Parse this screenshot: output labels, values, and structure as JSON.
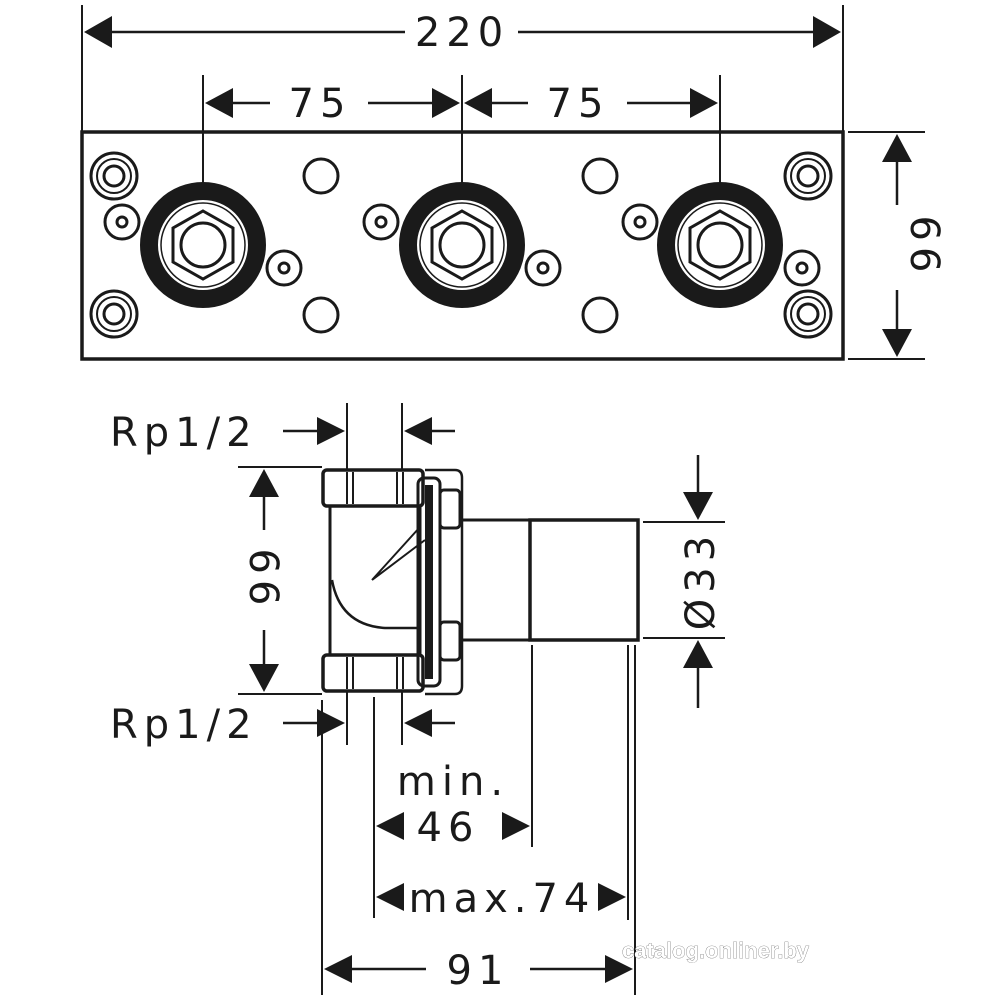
{
  "drawing": {
    "type": "technical-dimension-drawing",
    "subject": "concealed 3-outlet valve base set",
    "colors": {
      "line": "#1a1a1a",
      "background": "#ffffff"
    }
  },
  "top_view": {
    "overall_width": "220",
    "spacing_left": "75",
    "spacing_right": "75",
    "height": "66",
    "outlet_count": 3
  },
  "side_view": {
    "thread_top": "Rp1/2",
    "thread_bottom": "Rp1/2",
    "body_height": "66",
    "diameter": "Ø33",
    "min_depth_label": "min.",
    "min_depth_value": "46",
    "max_depth": "max.74",
    "total_depth": "91"
  },
  "watermark": "catalog.onliner.by"
}
